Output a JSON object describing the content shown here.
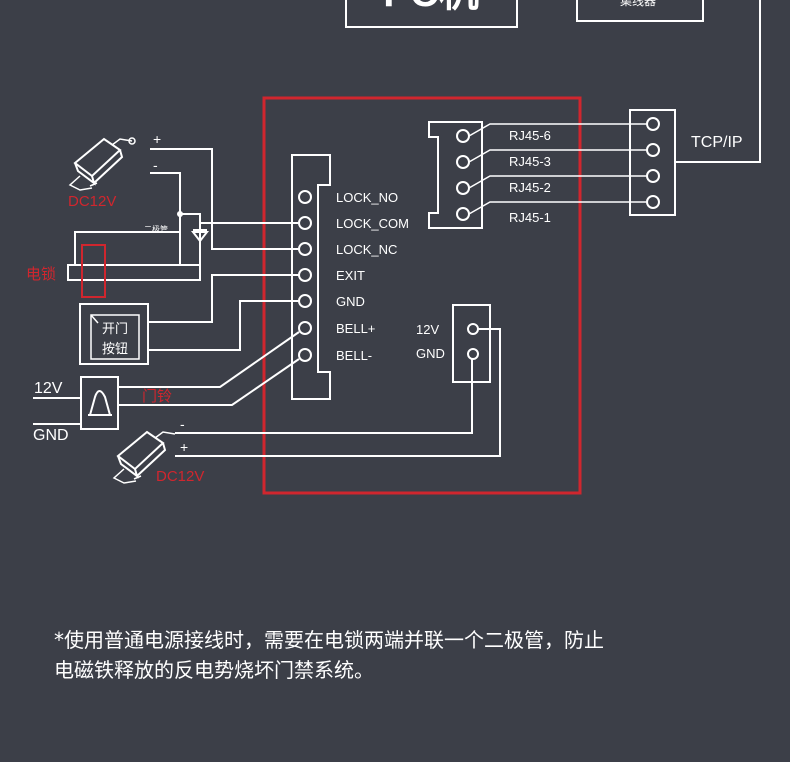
{
  "top_boxes": {
    "pc_label": "PC机",
    "switch_label": "集线器"
  },
  "controller": {
    "terminals": [
      "LOCK_NO",
      "LOCK_COM",
      "LOCK_NC",
      "EXIT",
      "GND",
      "BELL+",
      "BELL-"
    ],
    "network": {
      "ports": [
        "RJ45-6",
        "RJ45-3",
        "RJ45-2",
        "RJ45-1"
      ],
      "link_label": "TCP/IP"
    },
    "power_in": {
      "labels": [
        "12V",
        "GND"
      ]
    }
  },
  "power_supply_top": {
    "label": "DC12V",
    "plus": "+",
    "minus": "-"
  },
  "power_supply_bottom": {
    "label": "DC12V",
    "plus": "+",
    "minus": "-"
  },
  "diode_label": "二极管",
  "lock_label": "电锁",
  "exit_button_label": [
    "开门",
    "按钮"
  ],
  "bell": {
    "label": "门铃",
    "v12": "12V",
    "gnd": "GND"
  },
  "footnote": {
    "line1": "*使用普通电源接线时，需要在电锁两端并联一个二极管，防止",
    "line2": "电磁铁释放的反电势烧坏门禁系统。"
  },
  "colors": {
    "background": "#3c3f48",
    "line": "#ffffff",
    "accent_red": "#d0262e"
  }
}
